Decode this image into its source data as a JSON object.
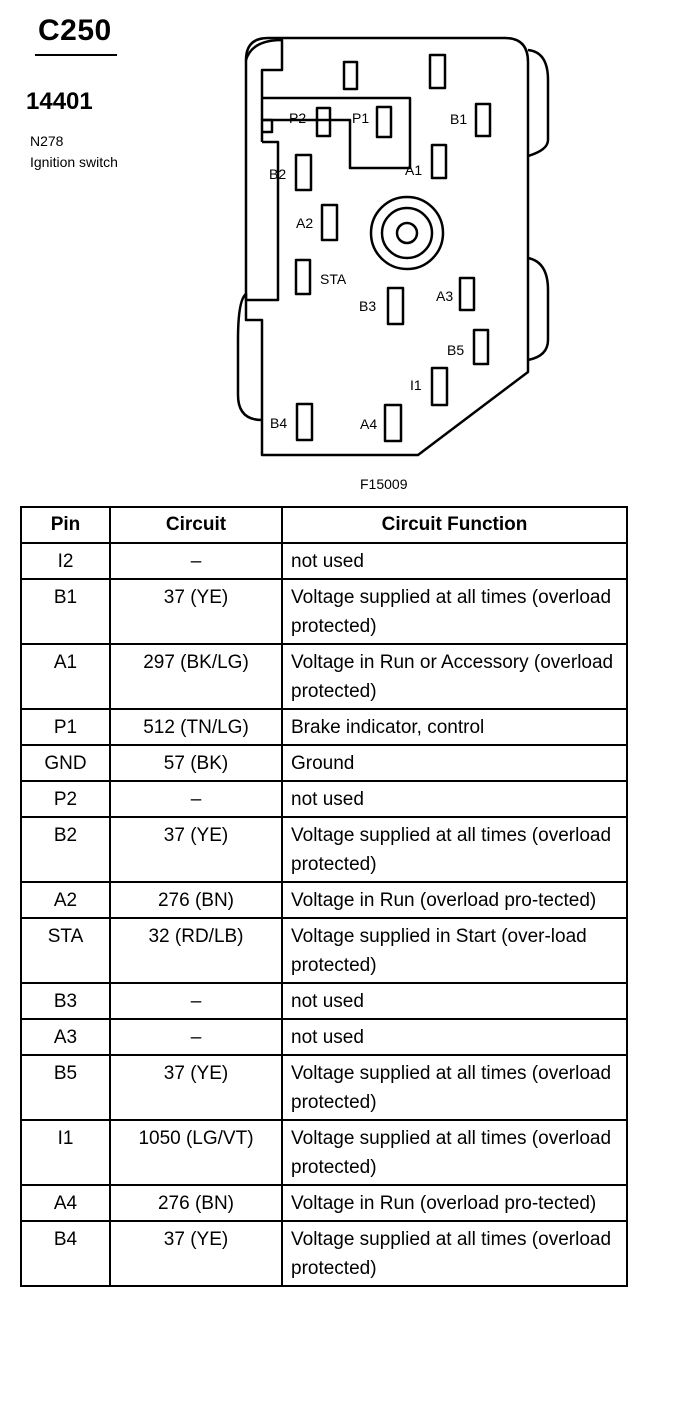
{
  "header": {
    "connector": "C250",
    "part_number": "14401",
    "harness_code": "N278",
    "description": "Ignition switch"
  },
  "figure_id": "F15009",
  "diagram": {
    "pins": [
      "P2",
      "P1",
      "B1",
      "B2",
      "A1",
      "A2",
      "STA",
      "B3",
      "A3",
      "B5",
      "I1",
      "B4",
      "A4"
    ]
  },
  "table": {
    "headers": [
      "Pin",
      "Circuit",
      "Circuit Function"
    ],
    "rows": [
      {
        "pin": "I2",
        "circuit": "–",
        "function": "not used"
      },
      {
        "pin": "B1",
        "circuit": "37 (YE)",
        "function": "Voltage supplied at all times (overload protected)"
      },
      {
        "pin": "A1",
        "circuit": "297 (BK/LG)",
        "function": "Voltage in Run or Accessory (overload protected)"
      },
      {
        "pin": "P1",
        "circuit": "512 (TN/LG)",
        "function": "Brake indicator, control"
      },
      {
        "pin": "GND",
        "circuit": "57 (BK)",
        "function": "Ground"
      },
      {
        "pin": "P2",
        "circuit": "–",
        "function": "not used"
      },
      {
        "pin": "B2",
        "circuit": "37 (YE)",
        "function": "Voltage supplied at all times (overload protected)"
      },
      {
        "pin": "A2",
        "circuit": "276 (BN)",
        "function": "Voltage in Run (overload pro-tected)"
      },
      {
        "pin": "STA",
        "circuit": "32 (RD/LB)",
        "function": "Voltage supplied in Start (over-load protected)"
      },
      {
        "pin": "B3",
        "circuit": "–",
        "function": "not used"
      },
      {
        "pin": "A3",
        "circuit": "–",
        "function": "not used"
      },
      {
        "pin": "B5",
        "circuit": "37 (YE)",
        "function": "Voltage supplied at all times (overload protected)"
      },
      {
        "pin": "I1",
        "circuit": "1050 (LG/VT)",
        "function": "Voltage supplied at all times (overload protected)"
      },
      {
        "pin": "A4",
        "circuit": "276 (BN)",
        "function": "Voltage in Run (overload pro-tected)"
      },
      {
        "pin": "B4",
        "circuit": "37 (YE)",
        "function": "Voltage supplied at all times (overload protected)"
      }
    ]
  }
}
